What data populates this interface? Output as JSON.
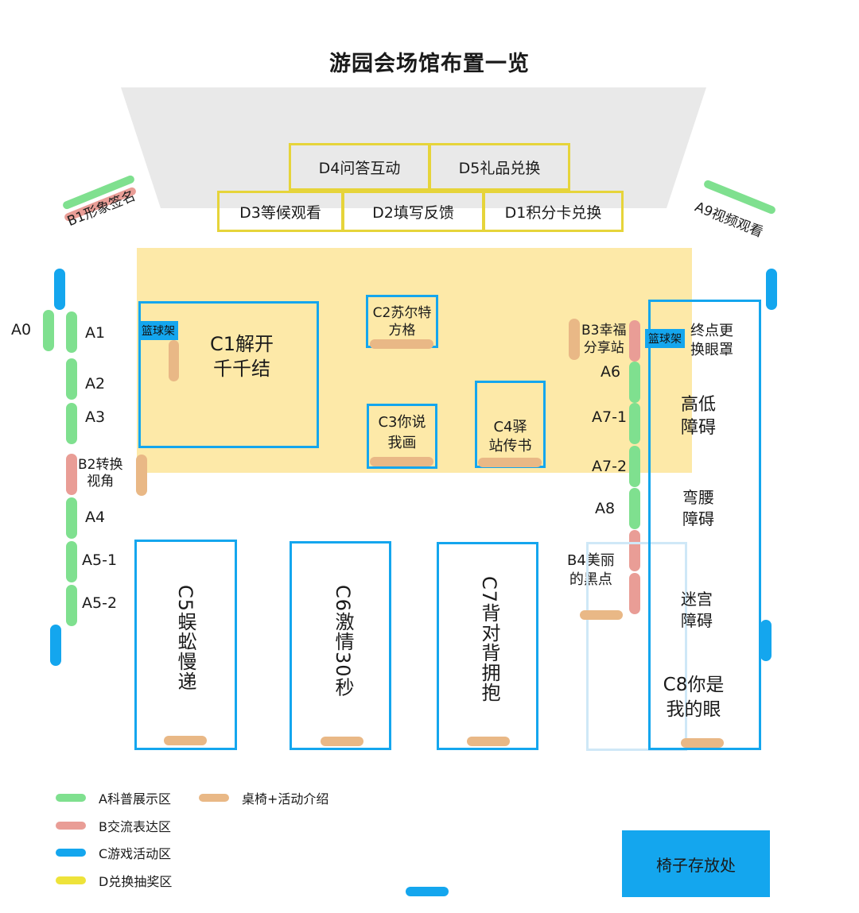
{
  "title": "游园会场馆布置一览",
  "colors": {
    "A": "#7fe08f",
    "B": "#e99d96",
    "C": "#14a6ee",
    "D": "#e6d43a",
    "tan": "#e9b886",
    "zone": "#fde9a8",
    "stage": "#e9e9e9"
  },
  "d_zone": {
    "d4": "D4问答互动",
    "d5": "D5礼品兑换",
    "d3": "D3等候观看",
    "d2": "D2填写反馈",
    "d1": "D1积分卡兑换"
  },
  "b_labels": {
    "b1": "B1形象签名",
    "b2": "B2转换\n视角",
    "b3": "B3幸福\n分享站",
    "b4": "B4美丽\n的黑点",
    "a9": "A9视频观看"
  },
  "a_labels": {
    "a0": "A0",
    "a1": "A1",
    "a2": "A2",
    "a3": "A3",
    "a4": "A4",
    "a5_1": "A5-1",
    "a5_2": "A5-2",
    "a6": "A6",
    "a7_1": "A7-1",
    "a7_2": "A7-2",
    "a8": "A8"
  },
  "c_zone": {
    "c1": "C1解开\n千千结",
    "c2": "C2苏尔特\n方格",
    "c3": "C3你说\n我画",
    "c4": "C4驿\n站传书",
    "c5": "C5蜈蚣慢递",
    "c6": "C6激情30秒",
    "c7": "C7背对背拥抱",
    "c8": "C8你是\n我的眼",
    "basket_left": "篮球架",
    "basket_right": "篮球架",
    "finish": "终点更\n换眼罩",
    "high_low": "高低\n障碍",
    "bend": "弯腰\n障碍",
    "maze": "迷宫\n障碍"
  },
  "legend": [
    {
      "label": "A科普展示区",
      "color": "#7fe08f"
    },
    {
      "label": "B交流表达区",
      "color": "#e99d96"
    },
    {
      "label": "C游戏活动区",
      "color": "#14a6ee"
    },
    {
      "label": "D兑换抽奖区",
      "color": "#eee33a"
    },
    {
      "label": "桌椅+活动介绍",
      "color": "#e9b886"
    }
  ],
  "storage": "椅子存放处"
}
